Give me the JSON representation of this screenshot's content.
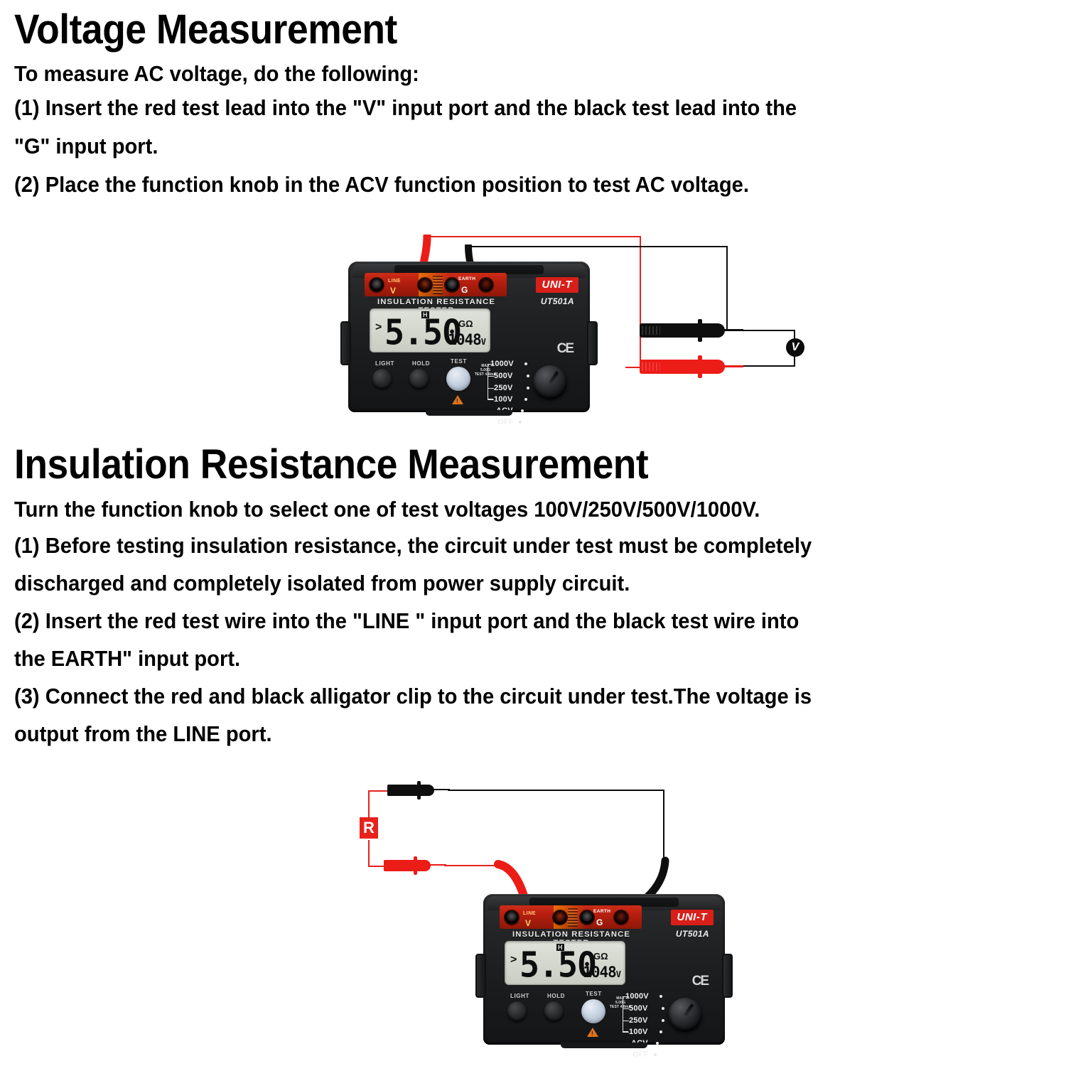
{
  "sections": [
    {
      "id": "voltage",
      "heading": "Voltage Measurement",
      "intro": "To measure AC voltage, do the following:",
      "steps": [
        "(1) Insert the red test lead into the \"V\" input port and the black test lead into the",
        "    \"G\" input port.",
        "(2) Place the function knob in the ACV function position to test AC voltage."
      ]
    },
    {
      "id": "insulation",
      "heading": "Insulation Resistance Measurement",
      "intro": "Turn the function knob to select one of test voltages 100V/250V/500V/1000V.",
      "steps": [
        "(1) Before testing insulation resistance, the circuit under test must be completely",
        "     discharged and completely isolated from power supply circuit.",
        "(2) Insert the red test wire into the \"LINE \" input port and the black test wire into",
        "     the EARTH\" input port.",
        "(3) Connect the red and black alligator clip to the circuit under test.The voltage is",
        "     output from the LINE port."
      ]
    }
  ],
  "device": {
    "brand": "UNI-T",
    "model": "UT501A",
    "product_label": "INSULATION  RESISTANCE  TESTER",
    "certification": "CE",
    "ports": {
      "line_small": "LINE",
      "line_letter": "V",
      "earth_small": "EARTH",
      "earth_letter": "G"
    },
    "display": {
      "comparator": ">",
      "hold_flag": "H",
      "value": "5.50",
      "unit": "GΩ",
      "secondary_value": "1048",
      "secondary_unit": "V"
    },
    "buttons": [
      {
        "label": "LIGHT",
        "name": "light-button"
      },
      {
        "label": "HOLD",
        "name": "hold-button"
      },
      {
        "label": "TEST",
        "name": "test-button"
      }
    ],
    "selector_note": [
      "MAX",
      "5.00G",
      "TEST 4.8mA"
    ],
    "selector_positions": [
      "1000V",
      "500V",
      "250V",
      "100V",
      "ACV",
      "OFF"
    ]
  },
  "circuits": {
    "voltage": {
      "symbol": "V",
      "symbol_meaning": "ac-voltage-source"
    },
    "insulation": {
      "symbol": "R",
      "symbol_meaning": "resistance-under-test"
    }
  },
  "colors": {
    "brand_red": "#d81f19",
    "wire_red": "#e8211c",
    "wire_black": "#0b0b0b",
    "lcd": "#d5d8d0"
  }
}
